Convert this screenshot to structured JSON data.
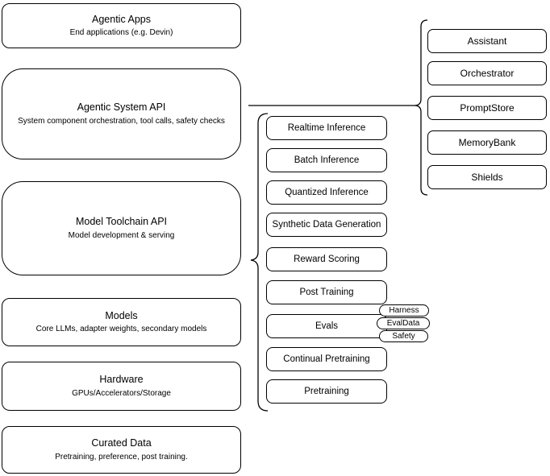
{
  "left_column": {
    "boxes": [
      {
        "title": "Agentic Apps",
        "subtitle": "End applications (e.g. Devin)"
      },
      {
        "title": "Agentic System API",
        "subtitle": "System component orchestration, tool calls, safety checks"
      },
      {
        "title": "Model Toolchain API",
        "subtitle": "Model development & serving"
      },
      {
        "title": "Models",
        "subtitle": "Core LLMs, adapter weights, secondary models"
      },
      {
        "title": "Hardware",
        "subtitle": "GPUs/Accelerators/Storage"
      },
      {
        "title": "Curated Data",
        "subtitle": "Pretraining, preference, post training."
      }
    ]
  },
  "toolchain_group": {
    "items": [
      "Realtime Inference",
      "Batch Inference",
      "Quantized Inference",
      "Synthetic Data Generation",
      "Reward Scoring",
      "Post Training",
      "Evals",
      "Continual Pretraining",
      "Pretraining"
    ],
    "evals_tags": [
      "Harness",
      "EvalData",
      "Safety"
    ]
  },
  "system_group": {
    "items": [
      "Assistant",
      "Orchestrator",
      "PromptStore",
      "MemoryBank",
      "Shields"
    ]
  },
  "colors": {
    "stroke": "#000000",
    "fill": "#ffffff",
    "text": "#000000"
  }
}
